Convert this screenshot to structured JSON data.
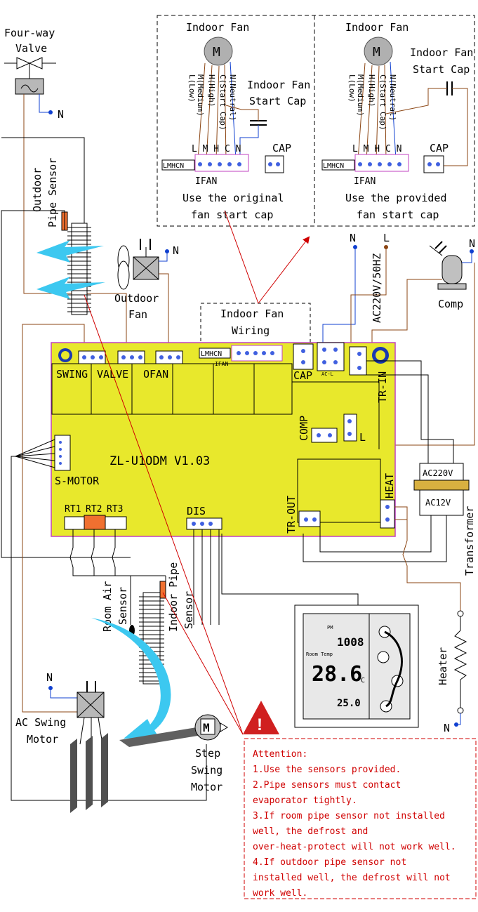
{
  "top_left": {
    "title": "Indoor Fan",
    "motor": "M",
    "wires": [
      "L(Low)",
      "M(Medium)",
      "H(High)",
      "C(Start Cap)",
      "N(Neutral)"
    ],
    "cap_label_1": "Indoor Fan",
    "cap_label_2": "Start Cap",
    "terminals": "L M H C N",
    "block_label": "LMHCN",
    "ifan": "IFAN",
    "cap": "CAP",
    "caption_1": "Use the original",
    "caption_2": "fan start cap"
  },
  "top_right": {
    "title": "Indoor Fan",
    "motor": "M",
    "wires": [
      "L(Low)",
      "M(Medium)",
      "H(High)",
      "C(Start Cap)",
      "N(Neutral)"
    ],
    "cap_label_1": "Indoor Fan",
    "cap_label_2": "Start Cap",
    "terminals": "L M H C N",
    "block_label": "LMHCN",
    "ifan": "IFAN",
    "cap": "CAP",
    "caption_1": "Use the provided",
    "caption_2": "fan start cap"
  },
  "left": {
    "valve_1": "Four-way",
    "valve_2": "Valve",
    "n": "N",
    "pipe_sensor_1": "Outdoor",
    "pipe_sensor_2": "Pipe Sensor",
    "outdoor_fan_1": "Outdoor",
    "outdoor_fan_2": "Fan",
    "fan_n": "N"
  },
  "power": {
    "n": "N",
    "l": "L",
    "ac": "AC220V/50HZ",
    "comp": "Comp",
    "comp_n": "N"
  },
  "wiring_box": {
    "l1": "Indoor Fan",
    "l2": "Wiring"
  },
  "board": {
    "title": "ZL-U1ODM V1.03",
    "swing": "SWING",
    "valve": "VALVE",
    "ofan": "OFAN",
    "cap": "CAP",
    "trin": "TR-IN",
    "comp": "COMP",
    "l": "L",
    "smotor": "S-MOTOR",
    "rt1": "RT1",
    "rt2": "RT2",
    "rt3": "RT3",
    "dis": "DIS",
    "trout": "TR-OUT",
    "heat": "HEAT",
    "ifan_block": "LMHCN",
    "ifan_small": "IFAN",
    "ac_l": "AC-L"
  },
  "transformer": {
    "ac220": "AC220V",
    "ac12": "AC12V",
    "label": "Transformer"
  },
  "sensors": {
    "room_1": "Room Air",
    "room_2": "Sensor",
    "pipe_1": "Indoor Pipe",
    "pipe_2": "Sensor"
  },
  "bottom_left": {
    "n": "N",
    "ac_swing_1": "AC Swing",
    "ac_swing_2": "Motor",
    "step_1": "Step",
    "step_2": "Swing",
    "step_3": "Motor",
    "step_m": "M"
  },
  "thermostat": {
    "top_value": "1008",
    "room_temp": "Room Temp",
    "temp": "28.6",
    "unit": "°C",
    "set": "25.0",
    "small": "PM"
  },
  "heater": {
    "label": "Heater",
    "n": "N"
  },
  "attention": {
    "icon": "!",
    "lines": [
      "Attention:",
      "1.Use the sensors provided.",
      "2.Pipe sensors must contact",
      "evaporator tightly.",
      "3.If room pipe sensor not installed",
      "well, the defrost and",
      "over-heat-protect will not work well.",
      "4.If outdoor pipe sensor not",
      "installed well, the defrost will not",
      "work well."
    ]
  },
  "colors": {
    "board": "#e8e82c",
    "board_border": "#c040c0",
    "wire_brown": "#8b4513",
    "wire_blue": "#1040d0",
    "wire_black": "#000000",
    "warning_red": "#d00000",
    "airflow": "#3cc8f0"
  }
}
